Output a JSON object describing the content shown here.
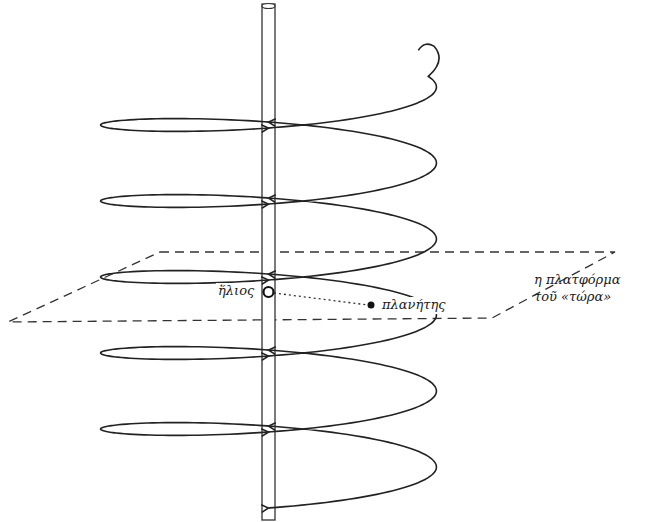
{
  "diagram": {
    "labels": [
      "ἥλιος",
      "πλανήτης",
      "η πλατφόρμα τοῦ «τώρα»"
    ]
  }
}
